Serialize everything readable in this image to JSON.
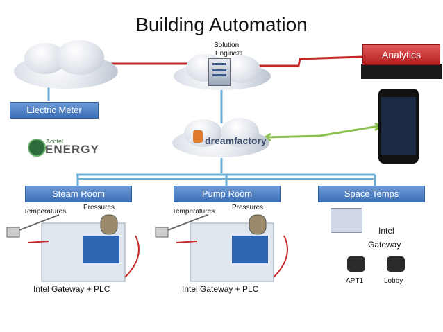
{
  "title": "Building Automation",
  "solution_engine": {
    "line1": "Solution",
    "line2": "Engine®"
  },
  "analytics": {
    "label": "Analytics",
    "color": "#c62828"
  },
  "electric_meter": {
    "label": "Electric Meter"
  },
  "acotel": {
    "small": "Acotel",
    "big": "ENERGY"
  },
  "dreamfactory": {
    "label": "dreamfactory"
  },
  "rooms": [
    {
      "label": "Steam Room",
      "temperatures": "Temperatures",
      "pressures": "Pressures",
      "gateway": "Intel Gateway + PLC"
    },
    {
      "label": "Pump Room",
      "temperatures": "Temperatures",
      "pressures": "Pressures",
      "gateway": "Intel Gateway + PLC"
    },
    {
      "label": "Space Temps",
      "gateway_line1": "Intel",
      "gateway_line2": "Gateway",
      "sensor1": "APT1",
      "sensor2": "Lobby"
    }
  ],
  "colors": {
    "bus_line": "#6aaed6",
    "red_link": "#c62828",
    "green_link": "#8cc152",
    "bar_blue": "#4a7cc4"
  }
}
